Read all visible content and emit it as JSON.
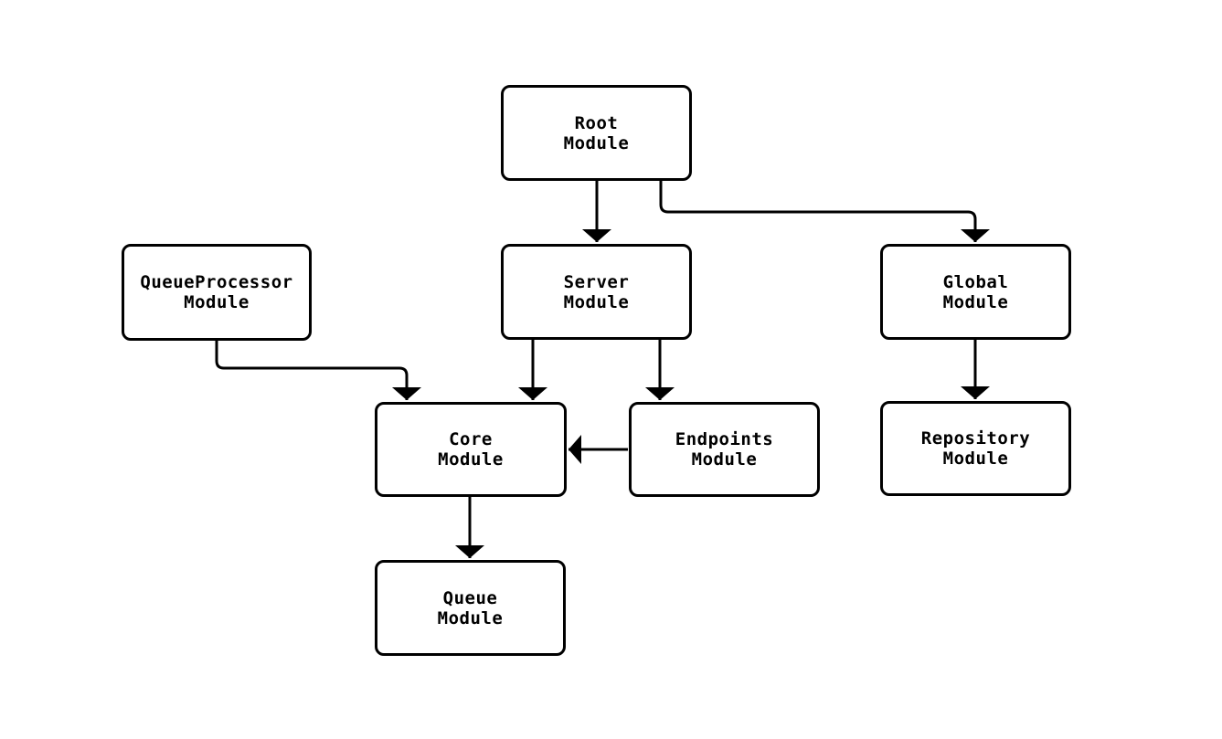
{
  "diagram": {
    "type": "module-dependency-graph",
    "colors": {
      "background": "#ffffff",
      "stroke": "#000000",
      "node_fill": "#ffffff",
      "text": "#000000"
    },
    "nodes": [
      {
        "id": "root",
        "label": "Root\nModule"
      },
      {
        "id": "queueprocessor",
        "label": "QueueProcessor\nModule"
      },
      {
        "id": "server",
        "label": "Server\nModule"
      },
      {
        "id": "global",
        "label": "Global\nModule"
      },
      {
        "id": "core",
        "label": "Core\nModule"
      },
      {
        "id": "endpoints",
        "label": "Endpoints\nModule"
      },
      {
        "id": "repository",
        "label": "Repository\nModule"
      },
      {
        "id": "queue",
        "label": "Queue\nModule"
      }
    ],
    "edges": [
      {
        "from": "root",
        "to": "server"
      },
      {
        "from": "root",
        "to": "global"
      },
      {
        "from": "queueprocessor",
        "to": "core"
      },
      {
        "from": "server",
        "to": "core"
      },
      {
        "from": "server",
        "to": "endpoints"
      },
      {
        "from": "endpoints",
        "to": "core"
      },
      {
        "from": "global",
        "to": "repository"
      },
      {
        "from": "core",
        "to": "queue"
      }
    ]
  }
}
